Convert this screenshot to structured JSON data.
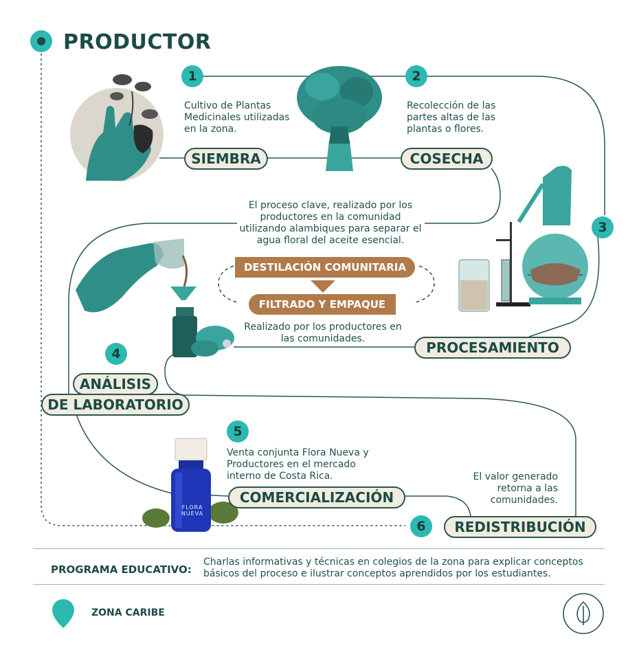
{
  "header": {
    "title": "PRODUCTOR"
  },
  "steps": [
    {
      "number": "1",
      "label": "SIEMBRA",
      "description": "Cultivo de Plantas Medicinales utilizadas en la zona."
    },
    {
      "number": "2",
      "label": "COSECHA",
      "description": "Recolección de las partes altas de las plantas o flores."
    },
    {
      "number": "3",
      "label": "PROCESAMIENTO",
      "description": "El proceso clave, realizado por los productores en la comunidad utilizando alambiques para separar el agua floral del aceite esencial."
    },
    {
      "number": "4",
      "label_line1": "ANÁLISIS",
      "label_line2": "DE LABORATORIO"
    },
    {
      "number": "5",
      "label": "COMERCIALIZACIÓN",
      "description": "Venta conjunta Flora Nueva y Productores en el mercado interno de Costa Rica."
    },
    {
      "number": "6",
      "label": "REDISTRIBUCIÓN",
      "description": "El valor generado retorna a las comunidades."
    }
  ],
  "processing": {
    "stage1": "DESTILACIÓN COMUNITARIA",
    "stage2": "FILTRADO Y EMPAQUE",
    "note": "Realizado por los productores en las comunidades."
  },
  "bottle_label": "FLORA NUEVA",
  "program": {
    "label": "PROGRAMA EDUCATIVO:",
    "text": "Charlas informativas y técnicas en colegios de la zona para explicar conceptos básicos del proceso e ilustrar conceptos aprendidos por los estudiantes."
  },
  "region": {
    "name": "ZONA CARIBE",
    "icon": "location-pin-icon"
  },
  "logo_icon": "leaf-logo-icon",
  "colors": {
    "teal": "#2db8b0",
    "dark_teal": "#1c4b47",
    "brown": "#b07a4a",
    "cream": "#f1ece0"
  }
}
